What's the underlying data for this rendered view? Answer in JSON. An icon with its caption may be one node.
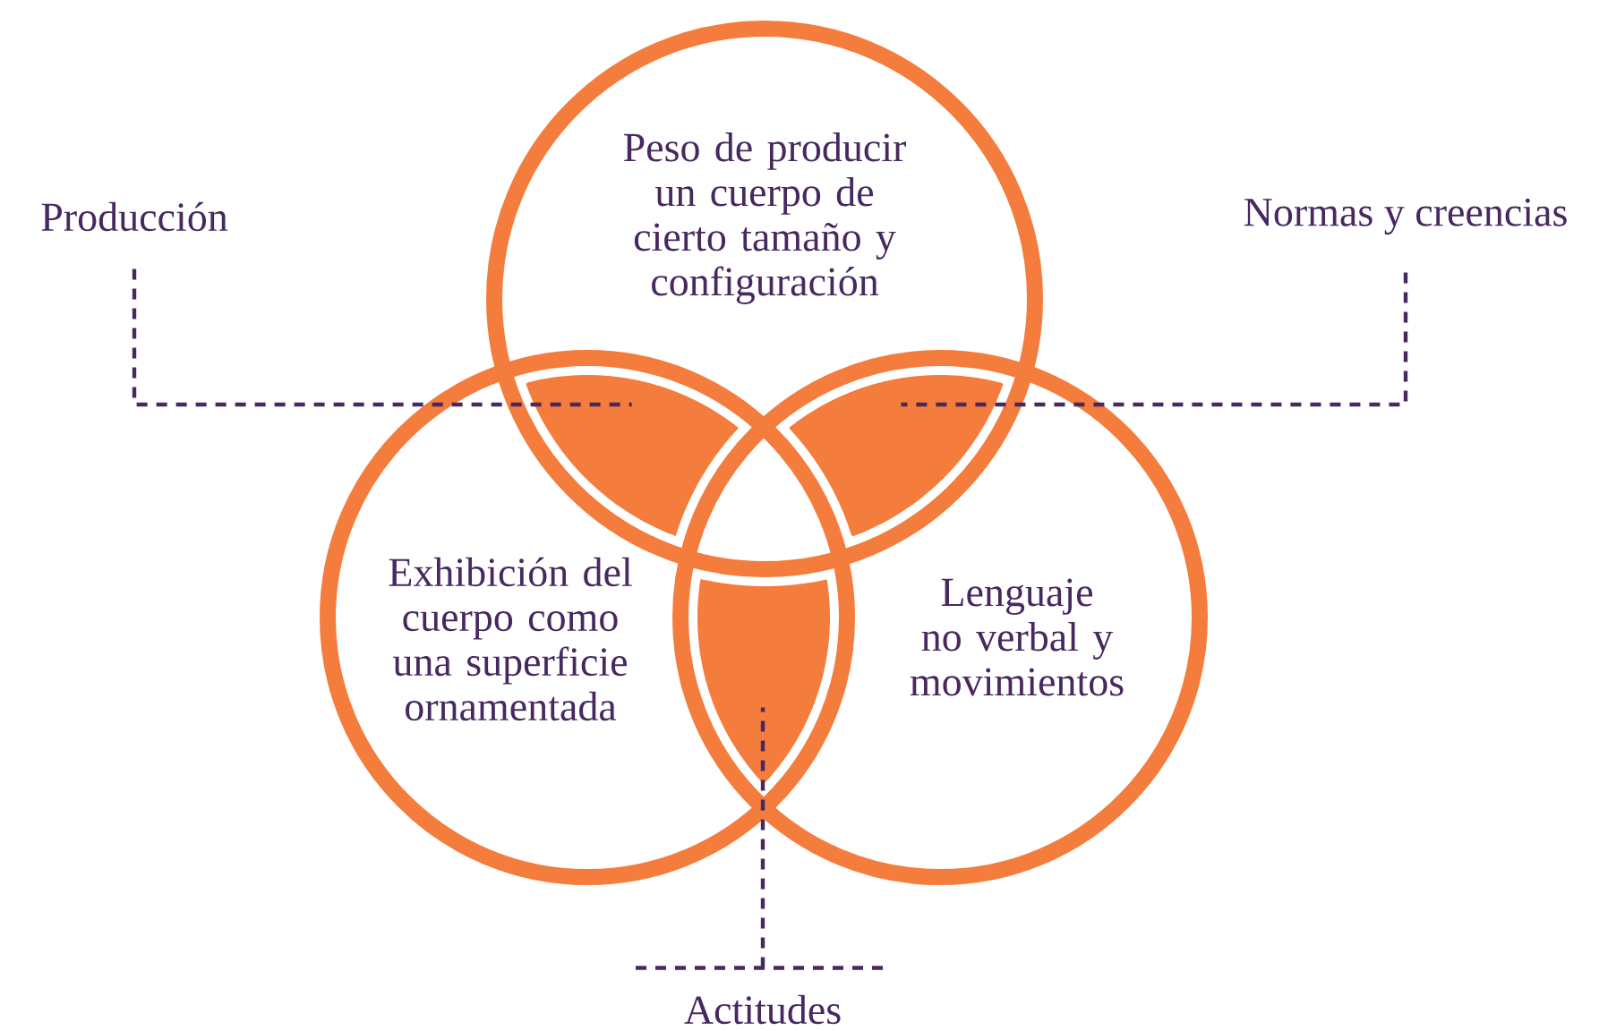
{
  "diagram": {
    "nodes": [
      {
        "text": [
          "Peso de producir un cuerpo de cierto tamaño y configuración"
        ]
      },
      {
        "text": [
          "Exhibición del cuerpo como una superficie ornamentada"
        ]
      },
      {
        "text": [
          "Lenguaje no verbal y movimientos"
        ]
      },
      {
        "text": [
          "Producción"
        ]
      },
      {
        "text": [
          "Normas y creencias"
        ]
      },
      {
        "text": [
          "Actitudes"
        ]
      },
      {
        "text": [],
        "shape": "lens"
      },
      {
        "text": [],
        "shape": "lens"
      },
      {
        "text": [],
        "shape": "lens"
      }
    ],
    "edges": [
      {
        "from": 3,
        "to": 6,
        "arrow": "none",
        "style": "dashed"
      },
      {
        "from": 4,
        "to": 7,
        "arrow": "none",
        "style": "dashed"
      },
      {
        "from": 5,
        "to": 8,
        "arrow": "none",
        "style": "dashed"
      }
    ]
  }
}
